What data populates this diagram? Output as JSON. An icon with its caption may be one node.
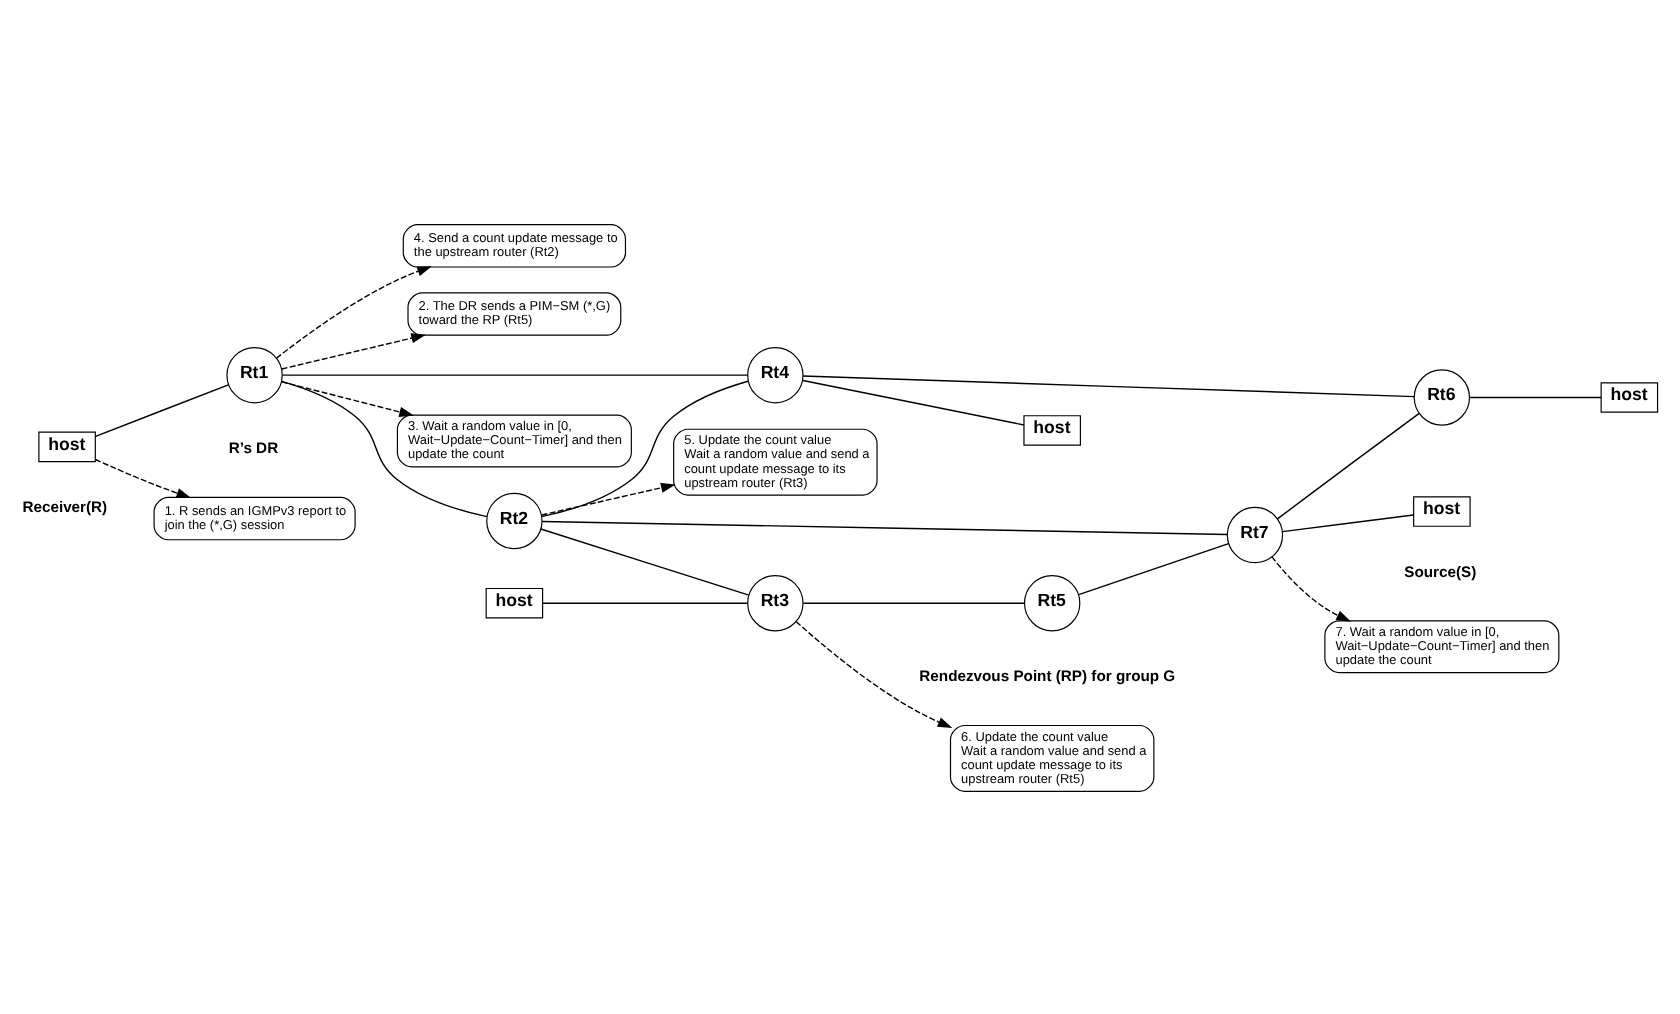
{
  "diagram": {
    "nodes": [
      {
        "text": [
          "6. Update the count value",
          "Wait a random value and send a count update message to its upstream router (Rt5)"
        ]
      },
      {
        "text": [
          "2. The DR sends a PIM−SM (*,G) toward the RP (Rt5)"
        ]
      },
      {
        "text": [
          "host"
        ]
      },
      {
        "text": [
          "Rt3"
        ]
      },
      {
        "text": [
          "Rt5"
        ],
        "beside": [
          "Rendezvous Point (RP) for group G"
        ]
      },
      {
        "text": [
          "1. R sends an IGMPv3 report to join the (*,G) session"
        ]
      },
      {
        "text": [
          "5. Update the count value",
          "Wait a random value and send a count update message to its upstream router (Rt3)"
        ]
      },
      {
        "text": [
          "host"
        ],
        "beside": [
          "Receiver(R)"
        ]
      },
      {
        "text": [
          "Rt1"
        ],
        "beside": [
          "R’s DR"
        ]
      },
      {
        "text": [
          "Rt2"
        ]
      },
      {
        "text": [
          "Rt7"
        ]
      },
      {
        "text": [
          "host"
        ],
        "beside": [
          "Source(S)"
        ]
      },
      {
        "text": [
          "7. Wait a random value in [0, Wait−Update−Count−Timer] and then update the count"
        ]
      },
      {
        "text": [
          "3. Wait a random value in [0, Wait−Update−Count−Timer] and then update the count"
        ]
      },
      {
        "text": [
          "Rt4"
        ]
      },
      {
        "text": [
          "Rt6"
        ]
      },
      {
        "text": [
          "4. Send a count update message to the upstream router (Rt2)"
        ]
      },
      {
        "text": [
          "host"
        ]
      },
      {
        "text": [
          "host"
        ]
      }
    ],
    "edges": [
      {
        "from": 7,
        "to": 8,
        "arrow": "none"
      },
      {
        "from": 8,
        "to": 9,
        "arrow": "none"
      },
      {
        "from": 8,
        "to": 14,
        "arrow": "none"
      },
      {
        "from": 9,
        "to": 3,
        "arrow": "none"
      },
      {
        "from": 9,
        "to": 14,
        "arrow": "none"
      },
      {
        "from": 9,
        "to": 10,
        "arrow": "none"
      },
      {
        "from": 3,
        "to": 4,
        "arrow": "none"
      },
      {
        "from": 4,
        "to": 10,
        "arrow": "none"
      },
      {
        "from": 10,
        "to": 15,
        "arrow": "none"
      },
      {
        "from": 14,
        "to": 15,
        "arrow": "none"
      },
      {
        "from": 10,
        "to": 11,
        "arrow": "none"
      },
      {
        "from": 2,
        "to": 3,
        "arrow": "none"
      },
      {
        "from": 14,
        "to": 17,
        "arrow": "none"
      },
      {
        "from": 15,
        "to": 18,
        "arrow": "none"
      },
      {
        "from": 7,
        "to": 5,
        "arrow": "to",
        "style": "dashed"
      },
      {
        "from": 8,
        "to": 1,
        "arrow": "to",
        "style": "dashed"
      },
      {
        "from": 8,
        "to": 13,
        "arrow": "to",
        "style": "dashed"
      },
      {
        "from": 8,
        "to": 16,
        "arrow": "to",
        "style": "dashed"
      },
      {
        "from": 9,
        "to": 6,
        "arrow": "to",
        "style": "dashed"
      },
      {
        "from": 3,
        "to": 0,
        "arrow": "to",
        "style": "dashed"
      },
      {
        "from": 10,
        "to": 12,
        "arrow": "to",
        "style": "dashed"
      }
    ]
  }
}
